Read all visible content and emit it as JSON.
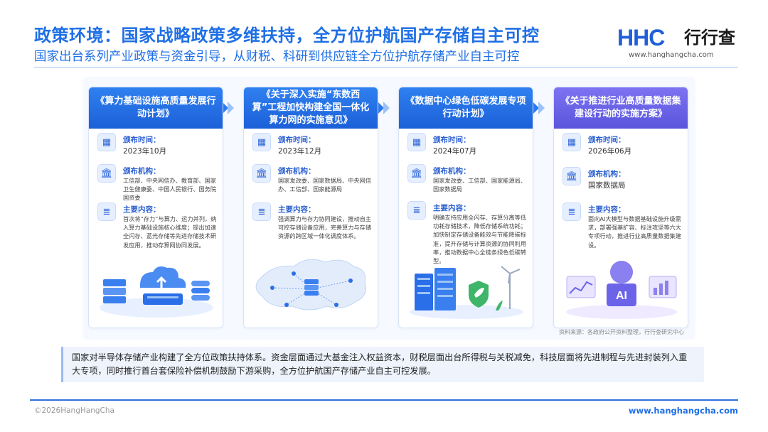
{
  "header": {
    "title": "政策环境：国家战略政策多维扶持，全方位护航国产存储自主可控",
    "subtitle": "国家出台系列产业政策与资金引导，从财税、科研到供应链全方位护航存储产业自主可控"
  },
  "logo": {
    "mark": "HHC",
    "cn": "行行查",
    "url": "www.hanghangcha.com"
  },
  "labels": {
    "date": "颁布时间：",
    "org": "颁布机构：",
    "content": "主要内容："
  },
  "policies": [
    {
      "title": "《算力基础设施高质量发展行动计划》",
      "date": "2023年10月",
      "org": "工信部、中央网信办、教育部、国家卫生健康委、中国人民银行、国务院国资委",
      "content": "首次将“存力”与算力、运力并列，纳入算力基础设施核心维度；提出加速全闪存、蓝光存储等先进存储技术研发应用，推动存算网协同发展。",
      "illustration": "cloud-upload-servers"
    },
    {
      "title": "《关于深入实施“东数西算”工程加快构建全国一体化算力网的实施意见》",
      "date": "2023年12月",
      "org": "国家发改委、国家数据局、中央网信办、工信部、国家能源局",
      "content": "强调算力与存力协同建设，推动自主可控存储设备应用，完善算力与存储资源的跨区域一体化调度体系。",
      "illustration": "china-map-network"
    },
    {
      "title": "《数据中心绿色低碳发展专项行动计划》",
      "date": "2024年07月",
      "org": "国家发改委、工信部、国家能源局、国家数据局",
      "content": "明确支持应用全闪存、存算分离等低功耗存储技术，降低存储系统功耗；加快制定存储设备能效与节能降碳标准，提升存储与计算资源的协同利用率，推动数据中心全链条绿色低碳转型。",
      "illustration": "green-datacenter"
    },
    {
      "title": "《关于推进行业高质量数据集建设行动的实施方案》",
      "date": "2026年06月",
      "org": "国家数据局",
      "content": "面向AI大模型与数据基础设施升级需求，部署强基扩容、标注攻坚等六大专项行动，推进行业高质量数据集建设。",
      "illustration": "ai-chip",
      "ai_label": "AI"
    }
  ],
  "source": "资料来源：各政府公开资料整理，行行查研究中心",
  "summary": "国家对半导体存储产业构建了全方位政策扶持体系。资金层面通过大基金注入权益资本，财税层面出台所得税与关税减免，科技层面将先进制程与先进封装列入重大专项，同时推行首台套保险补偿机制鼓励下游采购，全方位护航国产存储产业自主可控发展。",
  "footer": {
    "copyright": "©2026HangHangCha",
    "url": "www.hanghangcha.com"
  },
  "colors": {
    "brand_blue": "#1f6fe5",
    "card_header_blue": "#2a6ee8",
    "card_header_purple": "#6b63e8",
    "accent_green": "#3fb56a"
  }
}
